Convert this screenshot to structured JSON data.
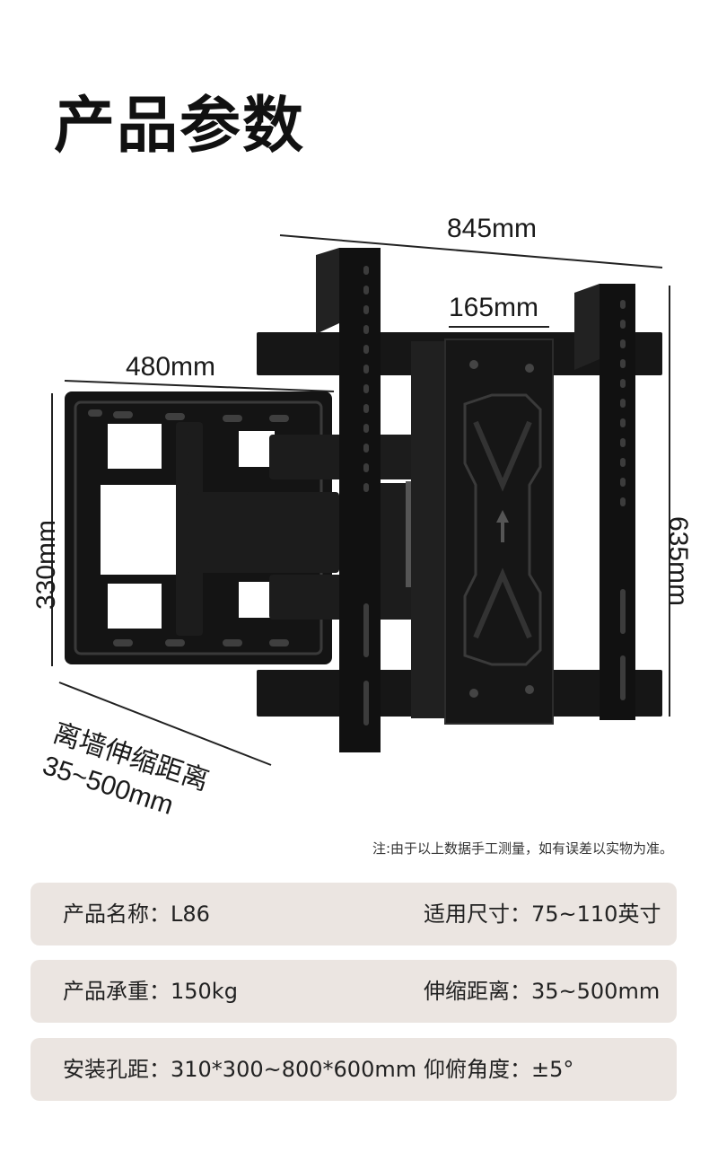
{
  "title": "产品参数",
  "dimensions": {
    "overall_width": "845mm",
    "plate_width": "165mm",
    "arm_length": "480mm",
    "wall_plate_height": "330mm",
    "overall_height": "635mm",
    "extension_line1": "离墙伸缩距离",
    "extension_line2": "35~500mm"
  },
  "note": "注:由于以上数据手工测量，如有误差以实物为准。",
  "specs": [
    {
      "left": "产品名称：L86",
      "right": "适用尺寸：75~110英寸"
    },
    {
      "left": "产品承重：150kg",
      "right": "伸缩距离：35~500mm"
    },
    {
      "left": "安装孔距：310*300~800*600mm",
      "right": "仰俯角度：±5°"
    }
  ]
}
